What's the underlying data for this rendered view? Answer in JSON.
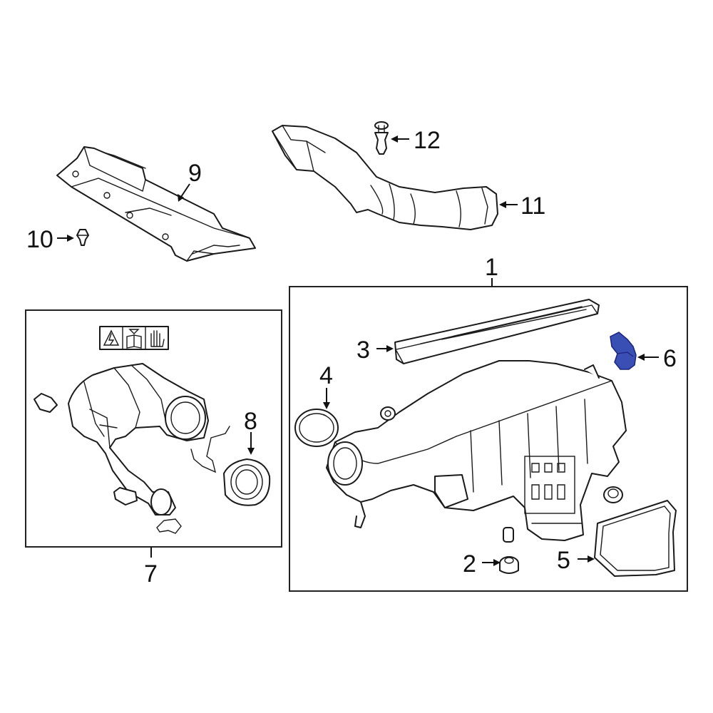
{
  "diagram": {
    "highlight_color": "#3a4fb3",
    "line_color": "#1a1a1a",
    "callouts": {
      "c1": "1",
      "c2": "2",
      "c3": "3",
      "c4": "4",
      "c5": "5",
      "c6": "6",
      "c7": "7",
      "c8": "8",
      "c9": "9",
      "c10": "10",
      "c11": "11",
      "c12": "12"
    },
    "warning_icons": [
      "electric-hazard-icon",
      "manual-book-icon",
      "hand-caution-icon"
    ]
  }
}
